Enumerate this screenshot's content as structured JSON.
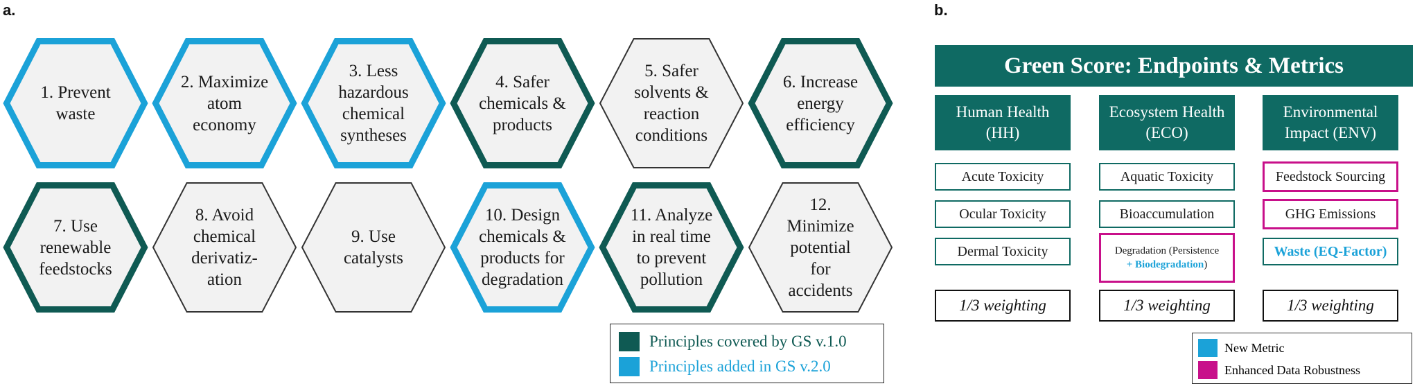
{
  "panel_a": {
    "label": "a.",
    "hexagons": [
      {
        "text": "1. Prevent\nwaste",
        "kind": "new"
      },
      {
        "text": "2. Maximize\natom\neconomy",
        "kind": "new"
      },
      {
        "text": "3. Less\nhazardous\nchemical\nsyntheses",
        "kind": "new"
      },
      {
        "text": "4. Safer\nchemicals &\nproducts",
        "kind": "covered"
      },
      {
        "text": "5. Safer\nsolvents &\nreaction\nconditions",
        "kind": "none"
      },
      {
        "text": "6. Increase\nenergy\nefficiency",
        "kind": "covered"
      },
      {
        "text": "7. Use\nrenewable\nfeedstocks",
        "kind": "covered"
      },
      {
        "text": "8. Avoid\nchemical\nderivatiz-\nation",
        "kind": "none"
      },
      {
        "text": "9. Use\ncatalysts",
        "kind": "none"
      },
      {
        "text": "10. Design\nchemicals &\nproducts for\ndegradation",
        "kind": "new"
      },
      {
        "text": "11. Analyze\nin real time\nto prevent\npollution",
        "kind": "covered"
      },
      {
        "text": "12.\nMinimize\npotential\nfor\naccidents",
        "kind": "none"
      }
    ],
    "legend": {
      "covered_label": "Principles covered by GS v.1.0",
      "added_label": "Principles added in GS v.2.0"
    }
  },
  "panel_b": {
    "label": "b.",
    "title": "Green Score: Endpoints & Metrics",
    "columns": [
      {
        "header": "Human Health\n(HH)",
        "weighting": "1/3 weighting"
      },
      {
        "header": "Ecosystem Health\n(ECO)",
        "weighting": "1/3 weighting"
      },
      {
        "header": "Environmental\nImpact (ENV)",
        "weighting": "1/3 weighting"
      }
    ],
    "metrics": {
      "hh_1": "Acute Toxicity",
      "hh_2": "Ocular Toxicity",
      "hh_3": "Dermal Toxicity",
      "eco_1": "Aquatic Toxicity",
      "eco_2": "Bioaccumulation",
      "eco_3_main": "Degradation (Persistence",
      "eco_3_blue": "+ Biodegradation",
      "eco_3_close": ")",
      "env_1": "Feedstock Sourcing",
      "env_2": "GHG Emissions",
      "env_3": "Waste (EQ-Factor)"
    },
    "legend": {
      "new_label": "New Metric",
      "enhanced_label": "Enhanced Data Robustness"
    }
  },
  "colors": {
    "covered": "#0f5a53",
    "added": "#1ba2d8",
    "none_stroke": "#333333",
    "hex_fill": "#f2f2f2",
    "header_fill": "#0f6a63",
    "enhanced": "#c8108a"
  }
}
